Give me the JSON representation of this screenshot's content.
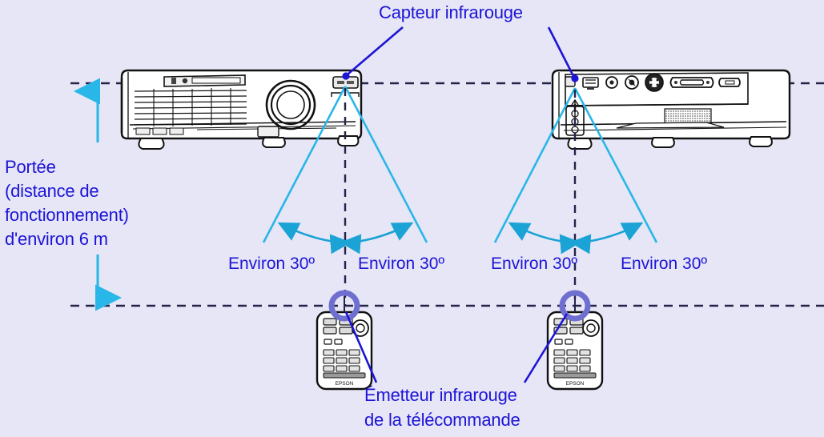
{
  "diagram": {
    "background_color": "#e6e6f6",
    "text_color": "#1d14d6",
    "beam_color": "#29b6e8",
    "outline_color": "#111111",
    "highlight_ring_color": "#6f6fd0",
    "title": "Capteur infrarouge",
    "range_label": "Portée (distance de fonctionnement) d'environ 6 m",
    "range_label_lines": [
      "Portée",
      "(distance de",
      "fonctionnement)",
      "d'environ 6 m"
    ],
    "caption": "Émetteur infrarouge de la télécommande",
    "caption_lines": [
      "Émetteur infrarouge",
      "de la télécommande"
    ],
    "angle_labels": [
      "Environ 30º",
      "Environ 30º",
      "Environ 30º",
      "Environ 30º"
    ],
    "angle_value": "30º",
    "range_distance": "6 m",
    "devices": [
      {
        "name": "projector-front",
        "view": "avant",
        "brand": "EPSON"
      },
      {
        "name": "projector-rear",
        "view": "arrière",
        "brand": "EPSON"
      }
    ],
    "remotes": [
      {
        "name": "remote-left",
        "brand": "EPSON"
      },
      {
        "name": "remote-right",
        "brand": "EPSON"
      }
    ]
  }
}
